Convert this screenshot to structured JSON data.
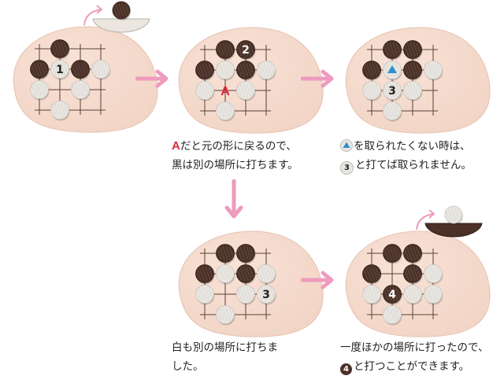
{
  "colors": {
    "black_stone": "#4b3127",
    "white_stone": "#e9e6e1",
    "board": "#f2d5c6",
    "arrow": "#ee9bbd",
    "mark_red": "#d8283a",
    "mark_blue": "#2e8fd0"
  },
  "boards": [
    {
      "id": "b1",
      "stones": [
        {
          "c": "B",
          "col": 1,
          "row": 0
        },
        {
          "c": "B",
          "col": 0,
          "row": 1
        },
        {
          "c": "W",
          "col": 1,
          "row": 1,
          "label": "1"
        },
        {
          "c": "B",
          "col": 2,
          "row": 1
        },
        {
          "c": "W",
          "col": 3,
          "row": 1
        },
        {
          "c": "W",
          "col": 0,
          "row": 2
        },
        {
          "c": "W",
          "col": 2,
          "row": 2
        },
        {
          "c": "W",
          "col": 1,
          "row": 3
        }
      ],
      "captured": {
        "stone": "B",
        "bowl": "W"
      }
    },
    {
      "id": "b2",
      "stones": [
        {
          "c": "B",
          "col": 1,
          "row": 0
        },
        {
          "c": "B",
          "col": 2,
          "row": 0,
          "label": "2"
        },
        {
          "c": "B",
          "col": 0,
          "row": 1
        },
        {
          "c": "W",
          "col": 1,
          "row": 1
        },
        {
          "c": "B",
          "col": 2,
          "row": 1
        },
        {
          "c": "W",
          "col": 3,
          "row": 1
        },
        {
          "c": "W",
          "col": 0,
          "row": 2
        },
        {
          "c": "W",
          "col": 2,
          "row": 2
        },
        {
          "c": "W",
          "col": 1,
          "row": 3
        }
      ],
      "marks": [
        {
          "type": "letter",
          "text": "A",
          "col": 1,
          "row": 2
        }
      ]
    },
    {
      "id": "b3",
      "stones": [
        {
          "c": "B",
          "col": 1,
          "row": 0
        },
        {
          "c": "B",
          "col": 2,
          "row": 0
        },
        {
          "c": "B",
          "col": 0,
          "row": 1
        },
        {
          "c": "W",
          "col": 1,
          "row": 1,
          "triangle": true
        },
        {
          "c": "B",
          "col": 2,
          "row": 1
        },
        {
          "c": "W",
          "col": 3,
          "row": 1
        },
        {
          "c": "W",
          "col": 0,
          "row": 2
        },
        {
          "c": "W",
          "col": 1,
          "row": 2,
          "label": "3"
        },
        {
          "c": "W",
          "col": 2,
          "row": 2
        },
        {
          "c": "W",
          "col": 1,
          "row": 3
        }
      ]
    },
    {
      "id": "b4",
      "stones": [
        {
          "c": "B",
          "col": 1,
          "row": 0
        },
        {
          "c": "B",
          "col": 2,
          "row": 0
        },
        {
          "c": "B",
          "col": 0,
          "row": 1
        },
        {
          "c": "W",
          "col": 1,
          "row": 1
        },
        {
          "c": "B",
          "col": 2,
          "row": 1
        },
        {
          "c": "W",
          "col": 3,
          "row": 1
        },
        {
          "c": "W",
          "col": 0,
          "row": 2
        },
        {
          "c": "W",
          "col": 2,
          "row": 2
        },
        {
          "c": "W",
          "col": 3,
          "row": 2,
          "label": "3"
        },
        {
          "c": "W",
          "col": 1,
          "row": 3
        }
      ]
    },
    {
      "id": "b5",
      "stones": [
        {
          "c": "B",
          "col": 1,
          "row": 0
        },
        {
          "c": "B",
          "col": 2,
          "row": 0
        },
        {
          "c": "B",
          "col": 0,
          "row": 1
        },
        {
          "c": "B",
          "col": 2,
          "row": 1
        },
        {
          "c": "W",
          "col": 3,
          "row": 1
        },
        {
          "c": "W",
          "col": 0,
          "row": 2
        },
        {
          "c": "B",
          "col": 1,
          "row": 2,
          "label": "4"
        },
        {
          "c": "W",
          "col": 2,
          "row": 2
        },
        {
          "c": "W",
          "col": 3,
          "row": 2
        },
        {
          "c": "W",
          "col": 1,
          "row": 3
        }
      ],
      "captured": {
        "stone": "W",
        "bowl": "B"
      }
    }
  ],
  "captions": {
    "b2": {
      "marker": "A",
      "line1": "だと元の形に戻るので、",
      "line2": "黒は別の場所に打ちます。"
    },
    "b3": {
      "line1": "を取られたくない時は、",
      "marker2": "3",
      "line2": "と打てば取られません。"
    },
    "b4": {
      "line1": "白も別の場所に打ちま",
      "line2": "した。"
    },
    "b5": {
      "line1": "一度ほかの場所に打ったので、",
      "marker2": "4",
      "line2": "と打つことができます。"
    }
  }
}
